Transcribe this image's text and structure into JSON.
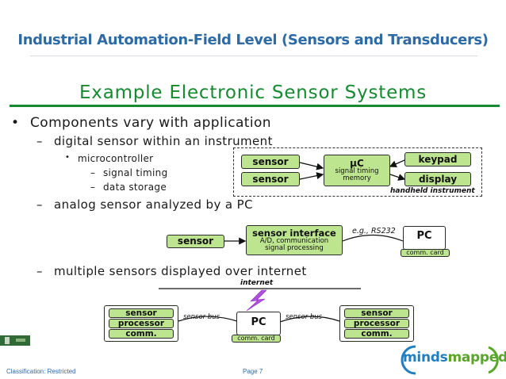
{
  "header": {
    "title": "Industrial Automation-Field Level (Sensors and Transducers)"
  },
  "slide": {
    "heading": "Example Electronic Sensor Systems",
    "bullet_glyph": "•",
    "dash_glyph": "–",
    "level1": "Components vary with application",
    "level2_a": "digital sensor within an instrument",
    "level3_a": "microcontroller",
    "level4_a": "signal timing",
    "level4_b": "data storage",
    "level2_b": "analog sensor analyzed by a PC",
    "level2_c": "multiple sensors displayed over internet"
  },
  "diagram_handheld": {
    "sensor1": "sensor",
    "sensor2": "sensor",
    "uc_title": "μC",
    "uc_line1": "signal timing",
    "uc_line2": "memory",
    "keypad": "keypad",
    "display": "display",
    "caption": "handheld instrument"
  },
  "diagram_pc": {
    "sensor": "sensor",
    "interface_title": "sensor interface",
    "interface_line1": "A/D, communication",
    "interface_line2": "signal processing",
    "link_label": "e.g., RS232",
    "pc": "PC",
    "card": "comm. card"
  },
  "diagram_internet": {
    "internet_label": "internet",
    "left_sensor": "sensor",
    "left_processor": "processor",
    "left_comm": "comm.",
    "left_bus": "sensor bus",
    "pc": "PC",
    "pc_card": "comm. card",
    "right_bus": "sensor bus",
    "right_sensor": "sensor",
    "right_processor": "processor",
    "right_comm": "comm."
  },
  "footer": {
    "classification": "Classification: Restricted",
    "page": "Page 7"
  },
  "logo": {
    "text_prefix": "minds",
    "text_suffix": "mapped"
  },
  "colors": {
    "title_blue": "#2c6ba6",
    "heading_green": "#168a31",
    "box_green": "#bde48f",
    "lightning_purple": "#b04fe0",
    "logo_blue": "#1f7fc0",
    "logo_green": "#5aa52b"
  }
}
